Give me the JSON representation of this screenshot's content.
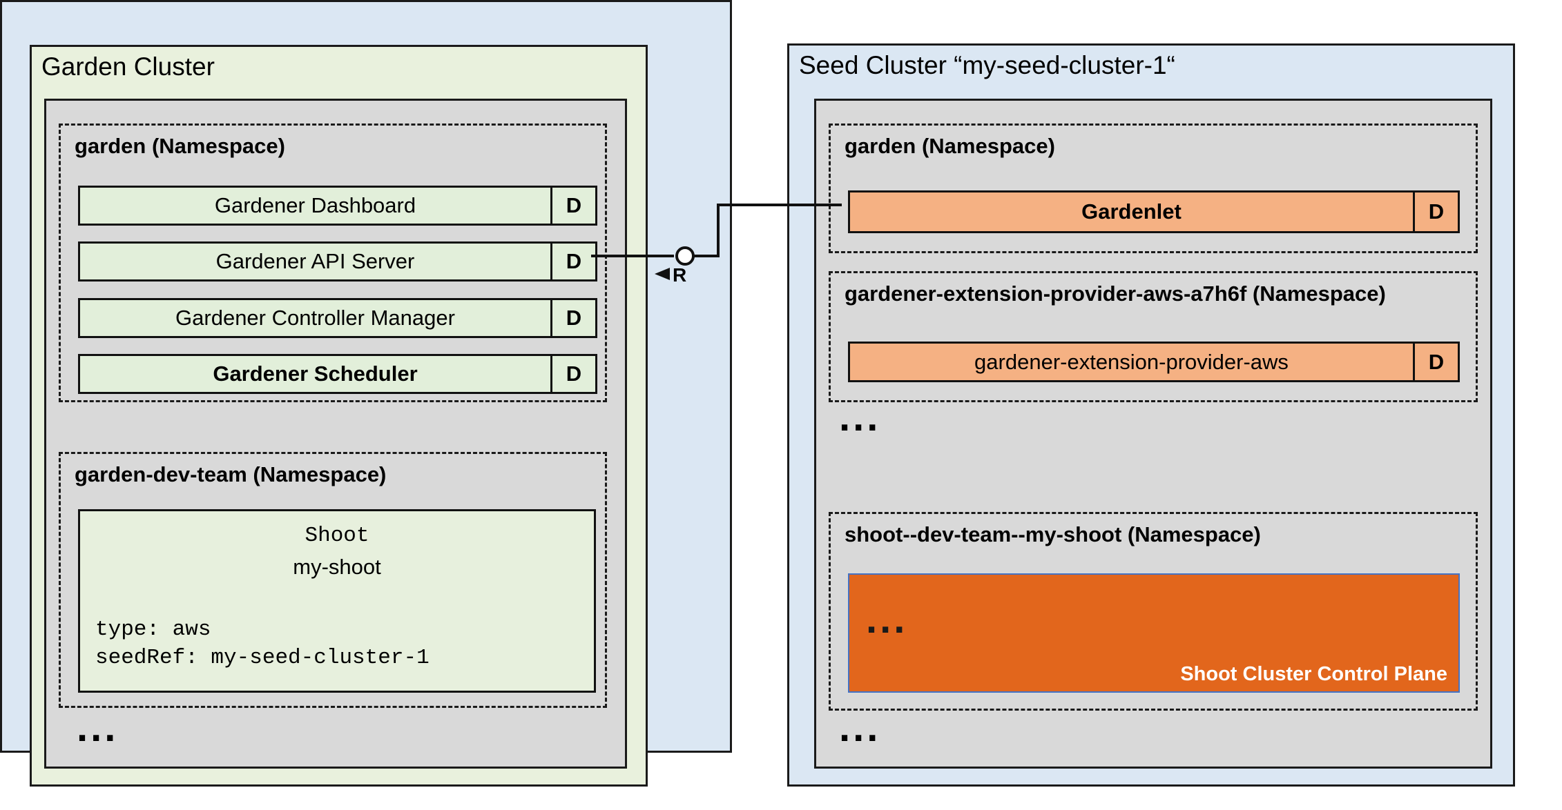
{
  "garden_cluster": {
    "title": "Garden Cluster",
    "garden_namespace": {
      "label": "garden (Namespace)",
      "components": [
        {
          "name": "Gardener Dashboard",
          "badge": "D"
        },
        {
          "name": "Gardener API Server",
          "badge": "D"
        },
        {
          "name": "Gardener Controller Manager",
          "badge": "D"
        },
        {
          "name": "Gardener Scheduler",
          "badge": "D"
        }
      ]
    },
    "dev_namespace": {
      "label": "garden-dev-team (Namespace)",
      "shoot": {
        "kind": "Shoot",
        "name": "my-shoot",
        "spec_line_1": "type: aws",
        "spec_line_2": "seedRef: my-seed-cluster-1"
      }
    },
    "ellipsis": "..."
  },
  "seed_cluster": {
    "title": "Seed Cluster “my-seed-cluster-1“",
    "garden_namespace": {
      "label": "garden (Namespace)",
      "component": {
        "name": "Gardenlet",
        "badge": "D"
      }
    },
    "extension_namespace": {
      "label": "gardener-extension-provider-aws-a7h6f (Namespace)",
      "component": {
        "name": "gardener-extension-provider-aws",
        "badge": "D"
      }
    },
    "middle_ellipsis": "...",
    "shoot_namespace": {
      "label": "shoot--dev-team--my-shoot (Namespace)",
      "control_plane": {
        "ellipsis": "...",
        "label": "Shoot Cluster Control Plane"
      }
    },
    "bottom_ellipsis": "..."
  },
  "connector": {
    "label": "R"
  },
  "colors": {
    "garden_bg": "#e9f1dd",
    "seed_bg": "#dbe7f3",
    "panel_bg": "#d9d9d9",
    "component_green": "#e2efda",
    "component_orange": "#f5b183",
    "control_plane_orange": "#e2661c",
    "control_plane_border": "#4472c4"
  }
}
